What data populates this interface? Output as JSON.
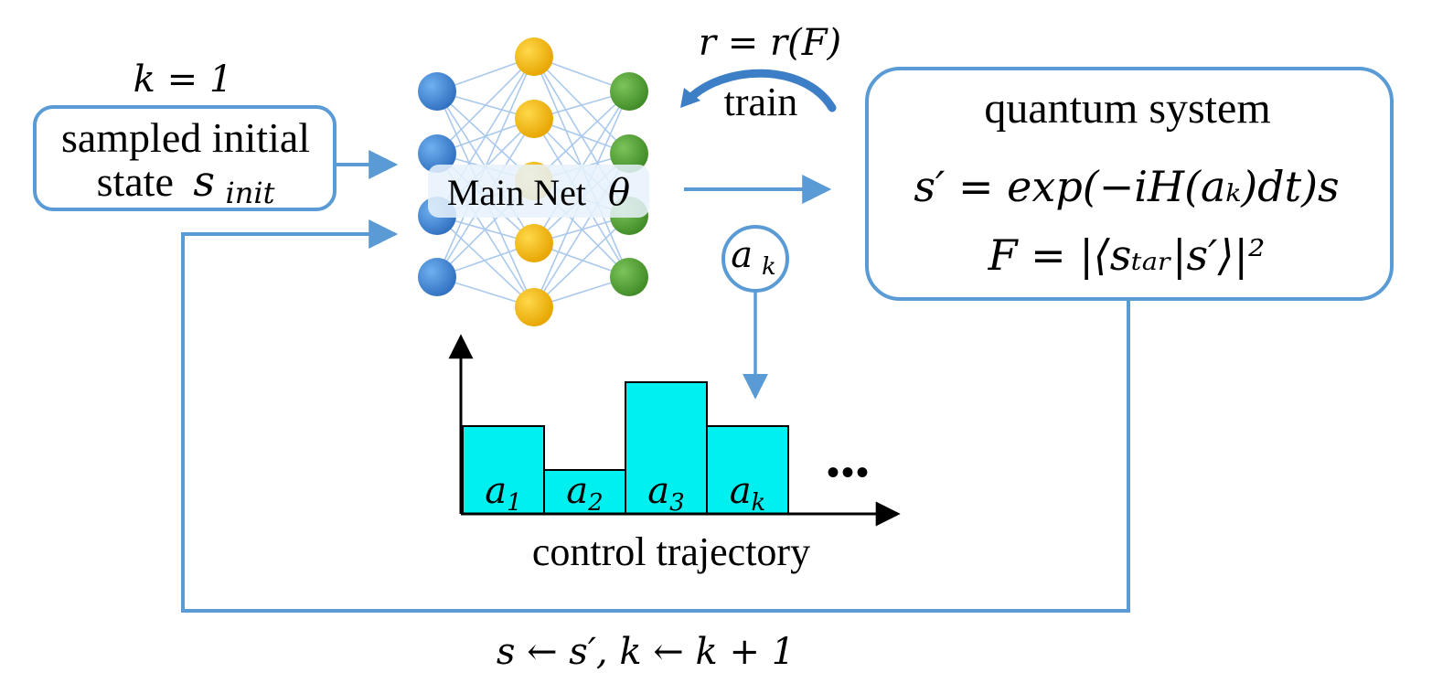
{
  "input": {
    "k_label": "k = 1",
    "line1": "sampled initial",
    "line2_text": "state",
    "line2_math": "s",
    "line2_sub": "init"
  },
  "network": {
    "label": "Main Net",
    "param": "θ",
    "colors": {
      "input": "#3d86d6",
      "hidden": "#f2b60f",
      "output": "#5aa43a"
    }
  },
  "train": {
    "reward": "r = r(F)",
    "label": "train"
  },
  "quantum": {
    "title": "quantum system",
    "eq1": "s′ = exp(−iH(aₖ)dt)s",
    "eq2": "F = |⟨sₜₐᵣ|s′⟩|²"
  },
  "action": {
    "symbol": "a",
    "sub": "k"
  },
  "trajectory": {
    "label": "control trajectory",
    "ellipsis": "•••",
    "bars": [
      {
        "sym": "a",
        "sub": "1",
        "level": 2
      },
      {
        "sym": "a",
        "sub": "2",
        "level": 1
      },
      {
        "sym": "a",
        "sub": "3",
        "level": 3
      },
      {
        "sym": "a",
        "sub": "k",
        "level": 2
      }
    ]
  },
  "loop": {
    "update": "s ← s′, k ← k + 1"
  },
  "colors": {
    "accent": "#5b9bd5",
    "bar_fill": "#00f0f0"
  }
}
